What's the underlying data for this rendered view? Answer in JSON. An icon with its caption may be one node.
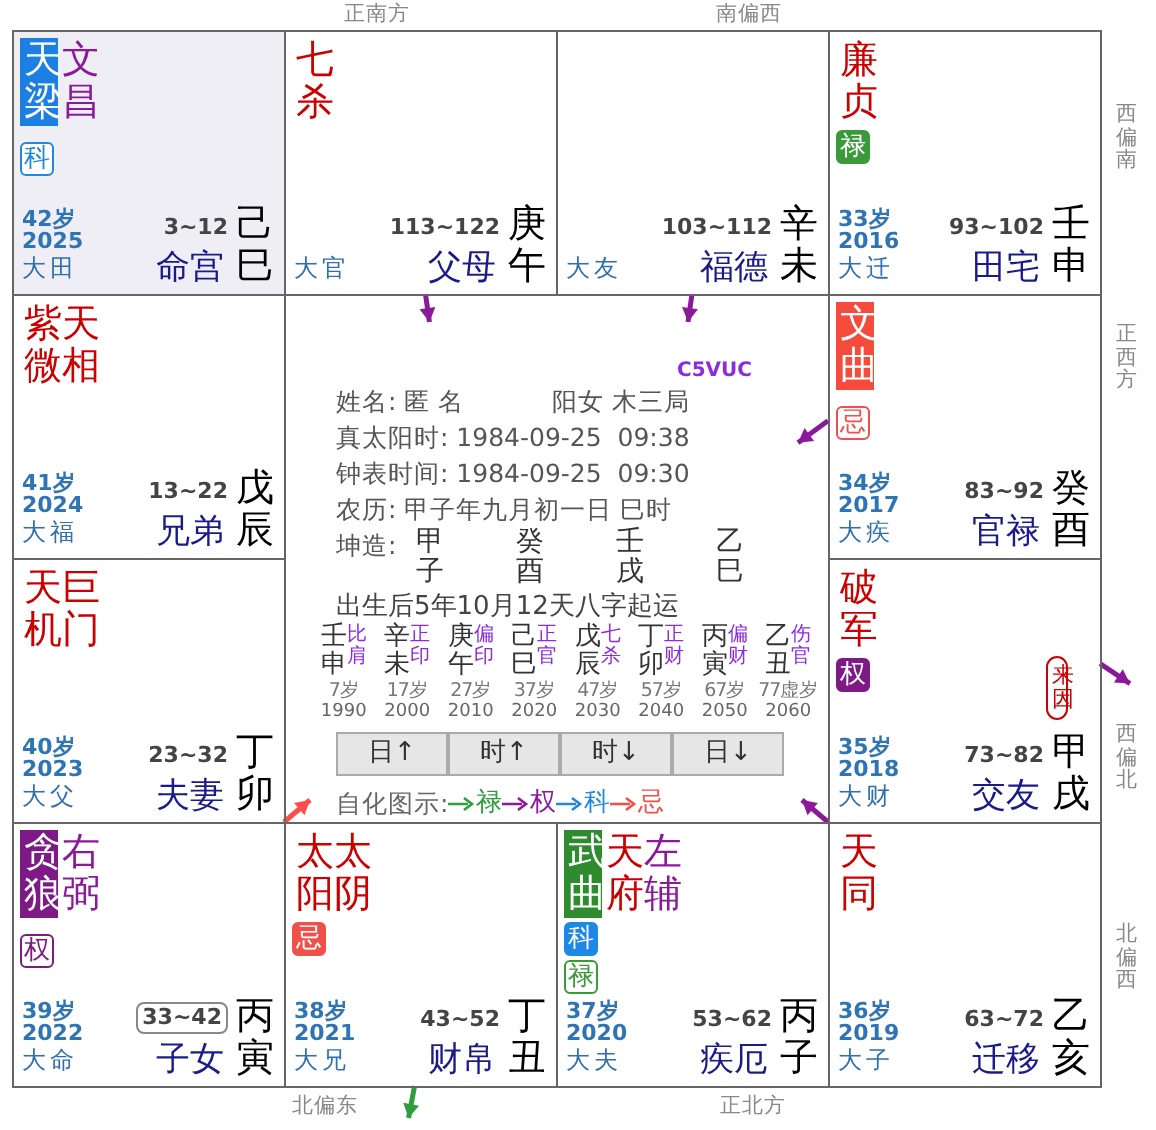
{
  "diagram": {
    "nodes": [
      {
        "text": [
          "天梁",
          "文昌",
          "科",
          "42岁",
          "2025",
          "大田",
          "3~12",
          "命宫",
          "己巳"
        ]
      },
      {
        "text": [
          "七杀",
          "大官",
          "113~122",
          "父母",
          "庚午"
        ]
      },
      {
        "text": [
          "大友",
          "103~112",
          "福德",
          "辛未"
        ]
      },
      {
        "text": [
          "廉贞",
          "禄",
          "33岁",
          "2016",
          "大迁",
          "93~102",
          "田宅",
          "壬申"
        ]
      },
      {
        "text": [
          "紫微",
          "天相",
          "41岁",
          "2024",
          "大福",
          "13~22",
          "兄弟",
          "戊辰"
        ]
      },
      {
        "text": [
          "姓名: 匿 名",
          "阳女 木三局",
          "真太阳时: 1984-09-25  09:38",
          "钟表时间: 1984-09-25  09:30",
          "农历: 甲子年九月初一日 巳时",
          "坤造:",
          "甲子",
          "癸酉",
          "壬戌",
          "乙巳",
          "出生后5年10月12天八字起运",
          "壬申",
          "比肩",
          "辛未",
          "正印",
          "庚午",
          "偏印",
          "己巳",
          "正官",
          "戊辰",
          "七杀",
          "丁卯",
          "正财",
          "丙寅",
          "偏财",
          "乙丑",
          "伤官",
          "7岁",
          "17岁",
          "27岁",
          "37岁",
          "47岁",
          "57岁",
          "67岁",
          "77虚岁",
          "1990",
          "2000",
          "2010",
          "2020",
          "2030",
          "2040",
          "2050",
          "2060"
        ]
      },
      {
        "text": [
          "文曲",
          "忌",
          "34岁",
          "2017",
          "大疾",
          "83~92",
          "官禄",
          "癸酉"
        ]
      },
      {
        "text": [
          "天机",
          "巨门",
          "40岁",
          "2023",
          "大父",
          "23~32",
          "夫妻",
          "丁卯"
        ]
      },
      {
        "text": [
          "破军",
          "权",
          "来因",
          "35岁",
          "2018",
          "大财",
          "73~82",
          "交友",
          "甲戌"
        ]
      },
      {
        "text": [
          "贪狼",
          "右弼",
          "权",
          "39岁",
          "2022",
          "大命",
          "33~42",
          "子女",
          "丙寅"
        ]
      },
      {
        "text": [
          "太阳",
          "太阴",
          "忌",
          "38岁",
          "2021",
          "大兄",
          "43~52",
          "财帛",
          "丁丑"
        ]
      },
      {
        "text": [
          "武曲",
          "天府",
          "左辅",
          "科",
          "禄",
          "37岁",
          "2020",
          "大夫",
          "53~62",
          "疾厄",
          "丙子"
        ]
      },
      {
        "text": [
          "天同",
          "36岁",
          "2019",
          "大子",
          "63~72",
          "迁移",
          "乙亥"
        ]
      }
    ],
    "edges": [
      {
        "from": 1,
        "to": 5,
        "arrow": "to"
      },
      {
        "from": 2,
        "to": 5,
        "arrow": "to"
      },
      {
        "from": 6,
        "to": 5,
        "arrow": "to"
      },
      {
        "from": 9,
        "to": 5,
        "arrow": "to",
        "color": "#ff4d4d"
      },
      {
        "from": 12,
        "to": 5,
        "arrow": "to"
      },
      {
        "from": 8,
        "to": null,
        "arrow": "to"
      },
      {
        "from": 10,
        "to": null,
        "arrow": "to",
        "color": "#2e9e3e"
      }
    ],
    "labels": [
      "正南方",
      "南偏西",
      "西偏南",
      "正西方",
      "C5VUC",
      "日↑",
      "时↑",
      "时↓",
      "日↓",
      "自化图示:",
      "西偏北",
      "北偏西",
      "北偏东",
      "正北方"
    ],
    "legend": [
      {
        "text": "禄"
      },
      {
        "text": "权"
      },
      {
        "text": "科"
      },
      {
        "text": "忌"
      }
    ]
  }
}
